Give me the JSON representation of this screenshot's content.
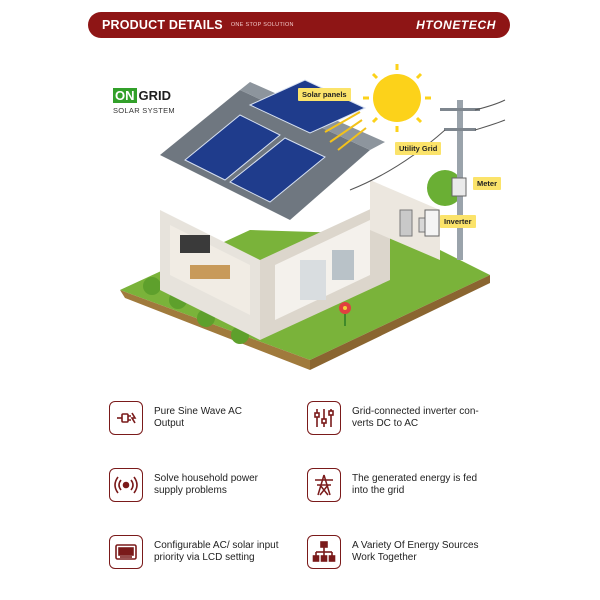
{
  "header": {
    "title": "PRODUCT DETAILS",
    "tagline": "ONE STOP SOLUTION",
    "brand": "HTONETECH"
  },
  "system": {
    "badge": "ON",
    "title": "GRID",
    "subtitle": "SOLAR SYSTEM"
  },
  "callouts": {
    "solar_panels": "Solar panels",
    "utility_grid": "Utility Grid",
    "meter": "Meter",
    "inverter": "Inverter"
  },
  "features": [
    {
      "text_line1": "Pure Sine Wave AC",
      "text_line2": "Output",
      "icon": "plug-wave-icon"
    },
    {
      "text_line1": "Grid-connected inverter con-",
      "text_line2": "verts DC to AC",
      "icon": "sliders-icon"
    },
    {
      "text_line1": "Solve household power",
      "text_line2": "supply problems",
      "icon": "signal-icon"
    },
    {
      "text_line1": "The generated energy is fed",
      "text_line2": "into the grid",
      "icon": "power-tower-icon"
    },
    {
      "text_line1": "Configurable AC/ solar input",
      "text_line2": "priority via LCD setting",
      "icon": "lcd-icon"
    },
    {
      "text_line1": "A Variety Of Energy Sources",
      "text_line2": "Work Together",
      "icon": "network-icon"
    }
  ],
  "colors": {
    "header_bg": "#8e1515",
    "accent_green": "#32a02a",
    "icon_stroke": "#7a1a1a",
    "callout_bg": "#fbe36a"
  }
}
